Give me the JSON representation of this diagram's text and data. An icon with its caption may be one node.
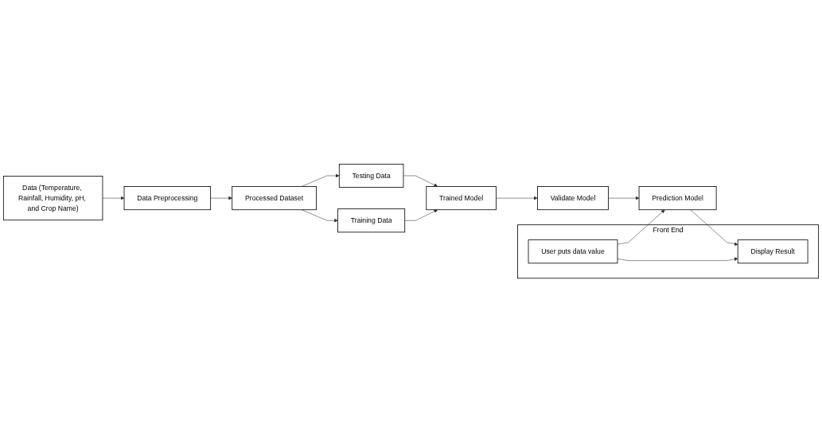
{
  "diagram": {
    "nodes": [
      {
        "text": [
          "Data (Temperature, Rainfall, Humidity, pH, and Crop Name)"
        ]
      },
      {
        "text": [
          "Data Preprocessing"
        ]
      },
      {
        "text": [
          "Processed Dataset"
        ]
      },
      {
        "text": [
          "Testing Data"
        ]
      },
      {
        "text": [
          "Trained Model"
        ]
      },
      {
        "text": [
          "Training Data"
        ]
      },
      {
        "text": [
          "Front End"
        ]
      },
      {
        "text": [
          "User puts data value"
        ],
        "in": 6
      },
      {
        "text": [
          "Display Result"
        ],
        "in": 6
      },
      {
        "text": [
          "Prediction Model"
        ]
      },
      {
        "text": [
          "Validate Model"
        ]
      }
    ],
    "edges": [
      {
        "from": 0,
        "to": 1,
        "arrow": "to"
      },
      {
        "from": 1,
        "to": 2,
        "arrow": "to"
      },
      {
        "from": 2,
        "to": 3,
        "arrow": "to"
      },
      {
        "from": 2,
        "to": 5,
        "arrow": "to"
      },
      {
        "from": 3,
        "to": 4,
        "arrow": "to"
      },
      {
        "from": 5,
        "to": 4,
        "arrow": "to"
      },
      {
        "from": 4,
        "to": 10,
        "arrow": "to"
      },
      {
        "from": 10,
        "to": 9,
        "arrow": "to"
      },
      {
        "from": 7,
        "to": 9,
        "arrow": "to"
      },
      {
        "from": 9,
        "to": 8,
        "arrow": "to"
      },
      {
        "from": 7,
        "to": 8,
        "arrow": "to"
      }
    ]
  }
}
